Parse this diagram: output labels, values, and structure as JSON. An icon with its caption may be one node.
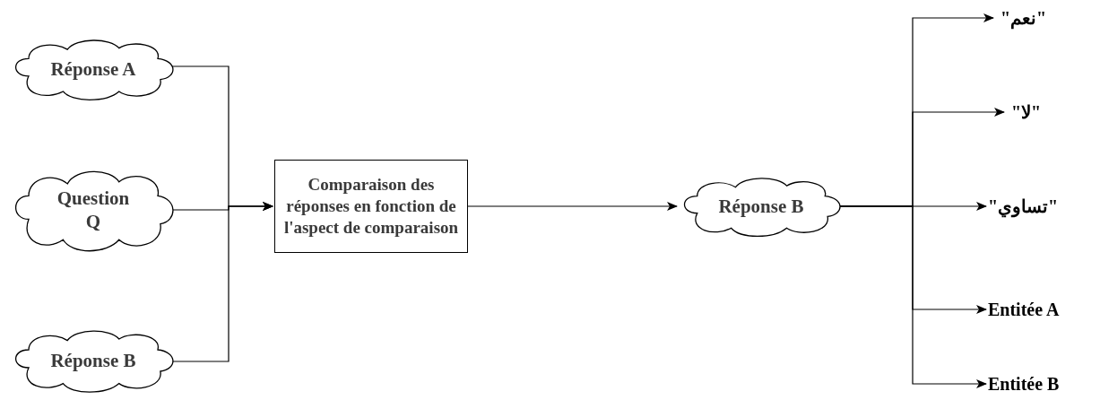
{
  "diagram": {
    "nodes": [
      {
        "text": [
          "Réponse A"
        ]
      },
      {
        "text": [
          "Question Q"
        ]
      },
      {
        "text": [
          "Réponse B"
        ]
      },
      {
        "text": [
          "Comparaison des réponses en fonction de l'aspect de comparaison"
        ]
      },
      {
        "text": [
          "Réponse B"
        ]
      },
      {
        "text": [
          "\"نعم\""
        ]
      },
      {
        "text": [
          "\"لا\""
        ]
      },
      {
        "text": [
          "\"تساوي\""
        ]
      },
      {
        "text": [
          "Entitée A"
        ]
      },
      {
        "text": [
          "Entitée B"
        ]
      }
    ],
    "edges": [
      {
        "from": 0,
        "to": 3,
        "arrow": "to"
      },
      {
        "from": 1,
        "to": 3,
        "arrow": "to"
      },
      {
        "from": 2,
        "to": 3,
        "arrow": "to"
      },
      {
        "from": 3,
        "to": 4,
        "arrow": "to"
      },
      {
        "from": 4,
        "to": 5,
        "arrow": "to"
      },
      {
        "from": 4,
        "to": 6,
        "arrow": "to"
      },
      {
        "from": 4,
        "to": 7,
        "arrow": "to"
      },
      {
        "from": 4,
        "to": 8,
        "arrow": "to"
      },
      {
        "from": 4,
        "to": 9,
        "arrow": "to"
      }
    ]
  }
}
